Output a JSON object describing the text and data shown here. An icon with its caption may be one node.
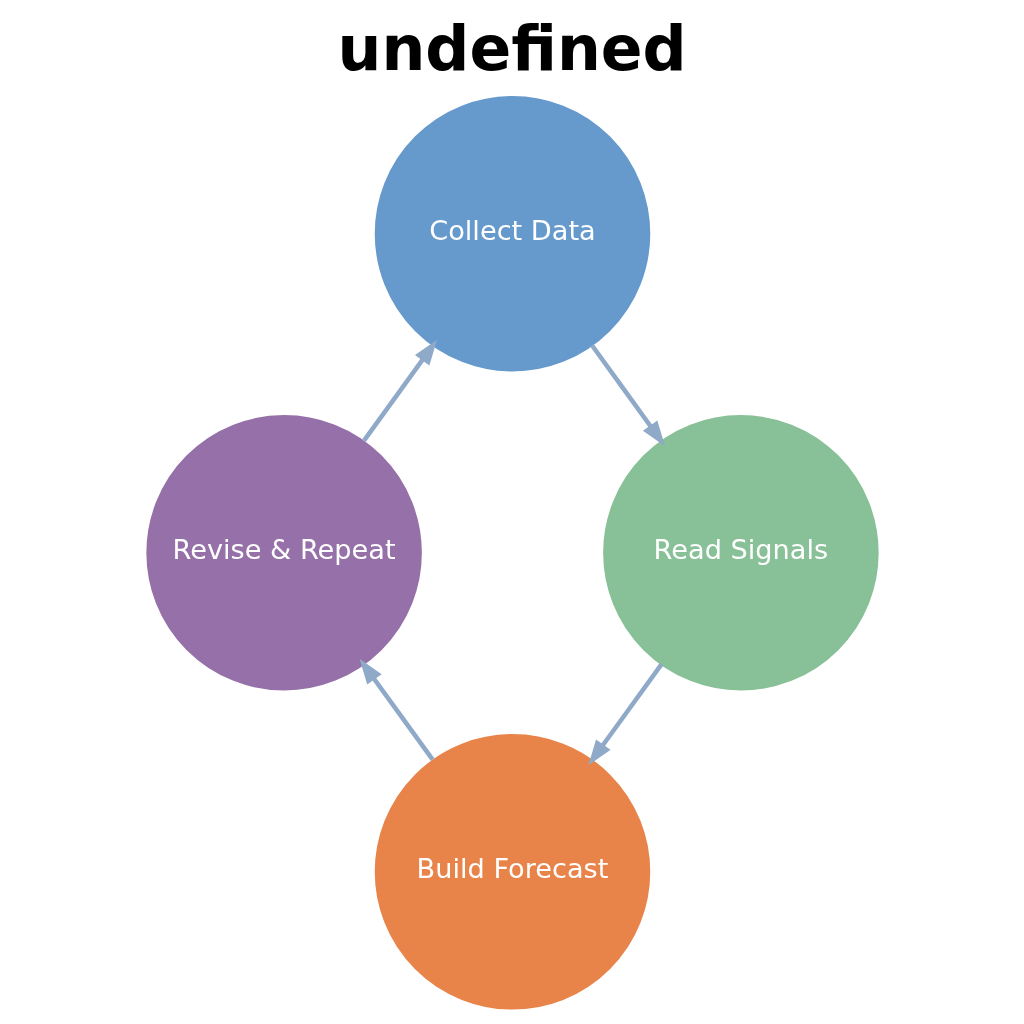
{
  "diagram": {
    "title": "undefined",
    "nodes": [
      {
        "text": [
          "Collect Data"
        ]
      },
      {
        "text": [
          "Read Signals"
        ]
      },
      {
        "text": [
          "Build Forecast"
        ]
      },
      {
        "text": [
          "Revise & Repeat"
        ]
      }
    ],
    "edges": [
      {
        "from": 0,
        "to": 1,
        "arrow": "to"
      },
      {
        "from": 1,
        "to": 2,
        "arrow": "to"
      },
      {
        "from": 2,
        "to": 3,
        "arrow": "to"
      },
      {
        "from": 3,
        "to": 0,
        "arrow": "to"
      }
    ]
  }
}
